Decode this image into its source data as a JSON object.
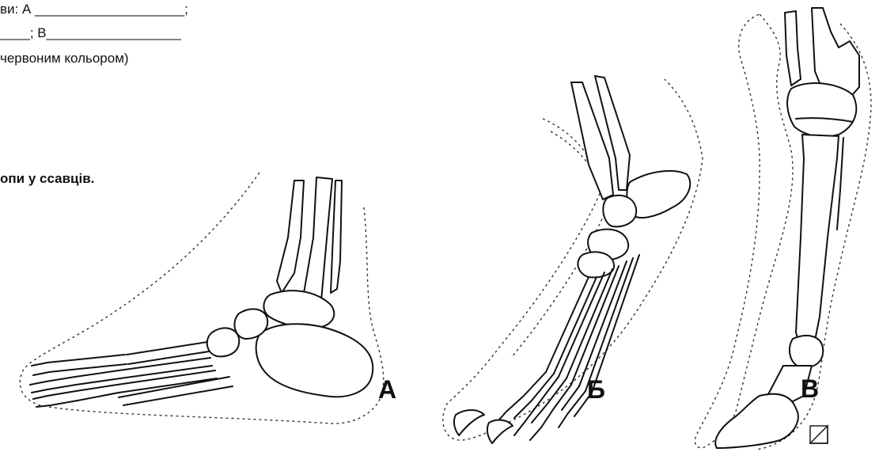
{
  "text": {
    "line1": "ви: А ____________________;",
    "line2": "____; В__________________",
    "line3": "червоним кольором)",
    "heading": "опи у ссавців."
  },
  "labels": {
    "a": "А",
    "b": "Б",
    "v": "В"
  }
}
